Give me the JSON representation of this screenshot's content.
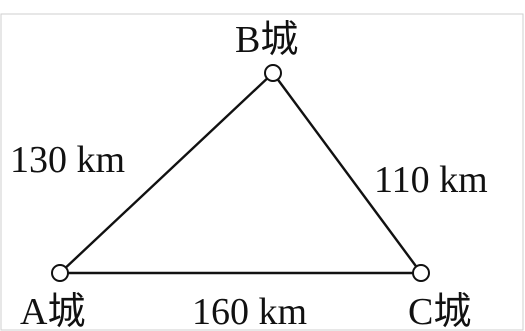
{
  "nodes": {
    "a": {
      "label": "A城"
    },
    "b": {
      "label": "B城"
    },
    "c": {
      "label": "C城"
    }
  },
  "edges": {
    "ab": {
      "label": "130 km"
    },
    "bc": {
      "label": "110 km"
    },
    "ac": {
      "label": "160 km"
    }
  },
  "colors": {
    "stroke": "#111111",
    "background": "#ffffff"
  }
}
